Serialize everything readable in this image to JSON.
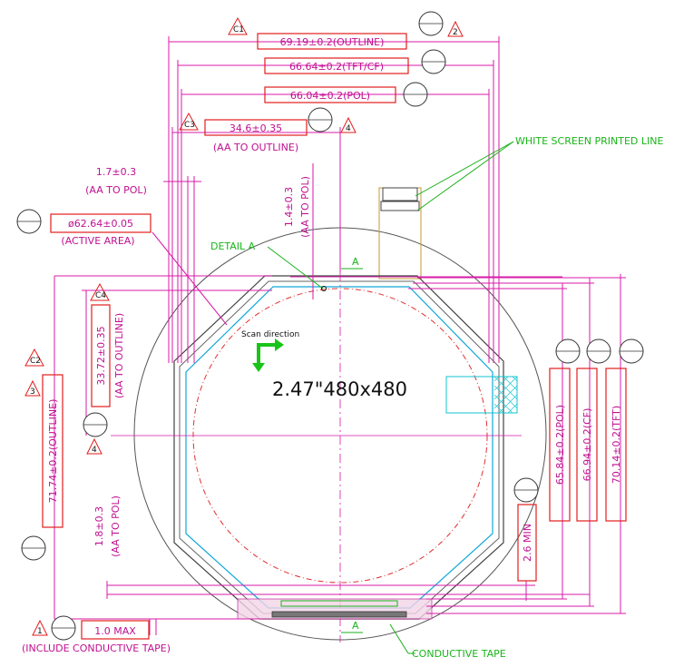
{
  "labels": {
    "outline_width": "69.19±0.2(OUTLINE)",
    "tft_width": "66.64±0.2(TFT/CF)",
    "pol_width": "66.04±0.2(POL)",
    "aa_to_outline_w": "34.6±0.35",
    "aa_to_outline_w_sub": "(AA TO OUTLINE)",
    "aa_to_pol_l_val": "1.7±0.3",
    "aa_to_pol_l_sub": "(AA TO POL)",
    "aa_to_pol_t_val": "1.4±0.3",
    "aa_to_pol_t_sub": "(AA TO POL)",
    "active_area": "ø62.64±0.05",
    "active_area_sub": "(ACTIVE AREA)",
    "detail": "DETAIL A",
    "section_a_top": "A",
    "section_a_bottom": "A",
    "white_line": "WHITE SCREEN PRINTED LINE",
    "scan": "Scan  direction",
    "model": "2.47\"480x480",
    "aa_to_outline_h": "33.72±0.35",
    "aa_to_outline_h_sub": "(AA TO OUTLINE)",
    "outline_height": "71.74±0.2(OUTLINE)",
    "aa_to_pol_b_val": "1.8±0.3",
    "aa_to_pol_b_sub": "(AA TO POL)",
    "min": "2.6 MIN",
    "pol_height": "65.84±0.2(POL)",
    "cf_height": "66.94±0.2(CF)",
    "tft_height": "70.14±0.2(TFT)",
    "max": "1.0 MAX",
    "include_tape": "(INCLUDE CONDUCTIVE TAPE)",
    "conductive": "CONDUCTIVE TAPE"
  },
  "markers": {
    "c1": "C1",
    "c2": "C2",
    "c3": "C3",
    "c4": "C4",
    "n1": "1",
    "n2": "2",
    "n3": "3",
    "n4": "4"
  },
  "colors": {
    "dimension": "#d81aa8",
    "leader": "#1ab21a",
    "label_box": "#e31d1d",
    "pol_outline": "#11a8d8",
    "active_area_circle": "#e03030",
    "outline": "#444444"
  }
}
